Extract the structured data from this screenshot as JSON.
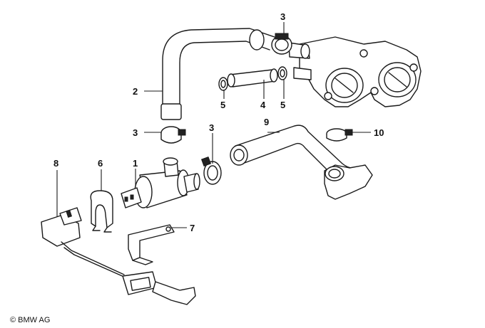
{
  "callouts": {
    "c1": "1",
    "c2": "2",
    "c3a": "3",
    "c3b": "3",
    "c3c": "3",
    "c4": "4",
    "c5a": "5",
    "c5b": "5",
    "c6": "6",
    "c7": "7",
    "c8": "8",
    "c9": "9",
    "c10": "10"
  },
  "copyright": "© BMW AG"
}
